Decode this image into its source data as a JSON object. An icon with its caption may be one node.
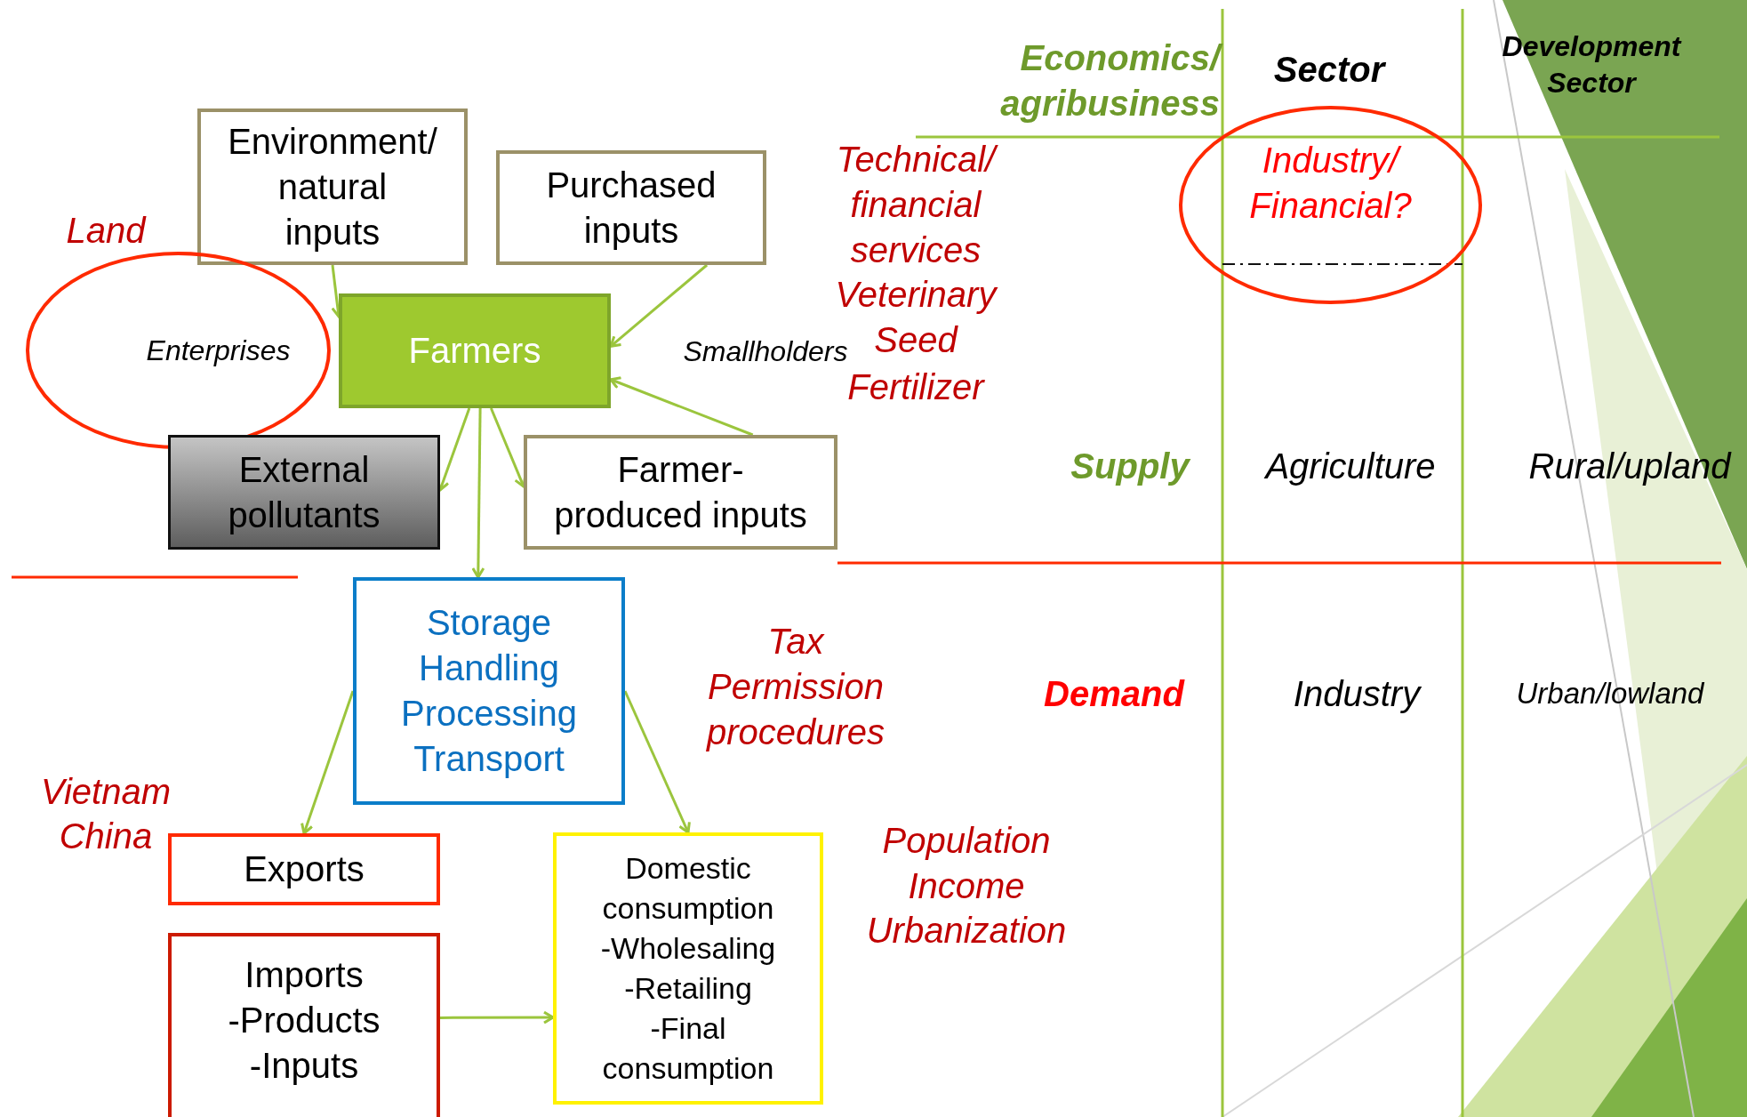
{
  "diagram": {
    "nodes": [
      {
        "text": [
          "Environment/ natural inputs"
        ]
      },
      {
        "text": [
          "Purchased inputs"
        ]
      },
      {
        "text": [
          "Enterprises"
        ]
      },
      {
        "text": [
          "Farmers"
        ]
      },
      {
        "text": [
          "External pollutants"
        ]
      },
      {
        "text": [
          "Farmer- produced inputs"
        ]
      },
      {
        "text": [
          "Storage",
          "Handling",
          "Processing",
          "Transport"
        ]
      },
      {
        "text": [
          "Exports"
        ]
      },
      {
        "text": [
          "Imports",
          "-Products",
          "-Inputs"
        ]
      },
      {
        "text": [
          "Domestic consumption",
          "-Wholesaling",
          "-Retailing",
          "-Final consumption"
        ]
      },
      {
        "text": [
          "Industry/ Financial?"
        ]
      }
    ],
    "edges": [
      {
        "from": 0,
        "to": 3,
        "arrow": "to"
      },
      {
        "from": 1,
        "to": 3,
        "arrow": "to"
      },
      {
        "from": 5,
        "to": 3,
        "arrow": "to"
      },
      {
        "from": 3,
        "to": 4,
        "arrow": "to"
      },
      {
        "from": 3,
        "to": 5,
        "arrow": "to"
      },
      {
        "from": 3,
        "to": 6,
        "arrow": "to"
      },
      {
        "from": 6,
        "to": 7,
        "arrow": "to"
      },
      {
        "from": 6,
        "to": 9,
        "arrow": "to"
      },
      {
        "from": 8,
        "to": 9,
        "arrow": "to"
      }
    ],
    "labels": [
      "Land",
      "Smallholders",
      "Technical/ financial services",
      "Veterinary",
      "Seed",
      "Fertilizer",
      "Economics/ agribusiness",
      "Sector",
      "Development Sector",
      "Supply",
      "Agriculture",
      "Rural/upland",
      "Tax",
      "Permission procedures",
      "Demand",
      "Industry",
      "Urban/lowland",
      "Vietnam",
      "China",
      "Population",
      "Income",
      "Urbanization"
    ]
  }
}
